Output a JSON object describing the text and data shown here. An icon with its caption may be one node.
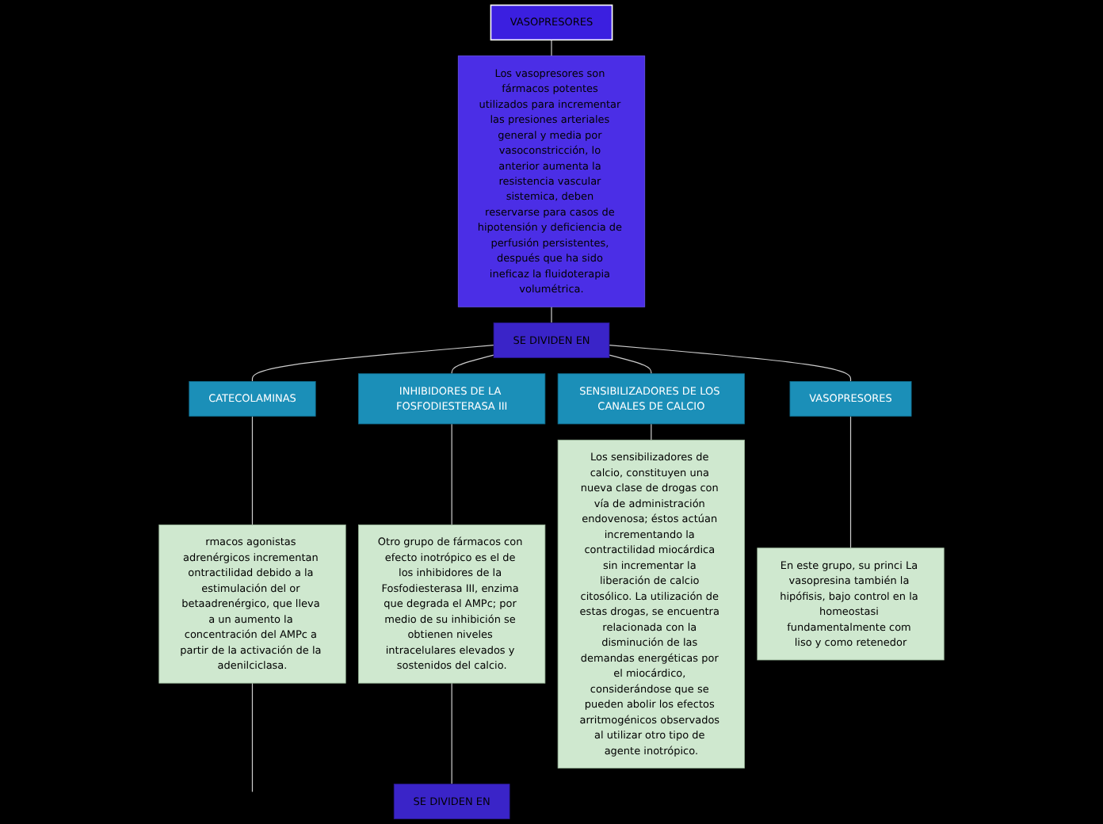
{
  "diagram": {
    "nodes": [
      {
        "text": [
          "VASOPRESORES"
        ]
      },
      {
        "text": [
          "Los vasopresores son fármacos potentes utilizados para incrementar las presiones arteriales general y media por vasoconstricción, lo anterior aumenta la resistencia vascular sistemica, deben reservarse para casos de hipotensión y deficiencia de perfusión persistentes, después que ha sido ineficaz la fluidoterapia volumétrica."
        ]
      },
      {
        "text": [
          "SE DIVIDEN EN"
        ]
      },
      {
        "text": [
          "CATECOLAMINAS"
        ]
      },
      {
        "text": [
          "INHIBIDORES DE LA FOSFODIESTERASA III"
        ]
      },
      {
        "text": [
          "SENSIBILIZADORES DE LOS CANALES DE CALCIO"
        ]
      },
      {
        "text": [
          "VASOPRESORES"
        ]
      },
      {
        "text": [
          "rmacos agonistas adrenérgicos incrementan ontractilidad debido a la estimulación del or betaadrenérgico, que lleva a un aumento la concentración del AMPc a partir de la activación de la adenilciclasa."
        ]
      },
      {
        "text": [
          "Otro grupo de fármacos con efecto inotrópico es el de los inhibidores de la Fosfodiesterasa III, enzima que degrada el AMPc; por medio de su inhibición se obtienen niveles intracelulares elevados y sostenidos del calcio."
        ]
      },
      {
        "text": [
          "Los sensibilizadores de calcio, constituyen una nueva clase de drogas con vía de administración endovenosa; éstos actúan incrementando la contractilidad miocárdica sin incrementar la liberación de calcio citosólico. La utilización de estas drogas, se encuentra relacionada con la disminución de las demandas energéticas por el miocárdico, considerándose que se pueden abolir los efectos arritmogénicos observados al utilizar otro tipo de agente inotrópico."
        ]
      },
      {
        "text": [
          "En este grupo, su princi La vasopresina también la hipófisis, bajo control en la homeostasi fundamentalmente com liso y como retenedor"
        ]
      },
      {
        "text": [
          "SE DIVIDEN EN"
        ]
      }
    ],
    "edges": [
      {
        "from": 0,
        "to": 1,
        "arrow": "none"
      },
      {
        "from": 1,
        "to": 2,
        "arrow": "none"
      },
      {
        "from": 2,
        "to": 3,
        "arrow": "none"
      },
      {
        "from": 2,
        "to": 4,
        "arrow": "none"
      },
      {
        "from": 2,
        "to": 5,
        "arrow": "none"
      },
      {
        "from": 2,
        "to": 6,
        "arrow": "none"
      },
      {
        "from": 3,
        "to": 7,
        "arrow": "none"
      },
      {
        "from": 4,
        "to": 8,
        "arrow": "none"
      },
      {
        "from": 5,
        "to": 9,
        "arrow": "none"
      },
      {
        "from": 6,
        "to": 10,
        "arrow": "none"
      },
      {
        "from": 8,
        "to": 11,
        "arrow": "none"
      },
      {
        "from": 7,
        "to": null,
        "arrow": "none"
      }
    ]
  }
}
